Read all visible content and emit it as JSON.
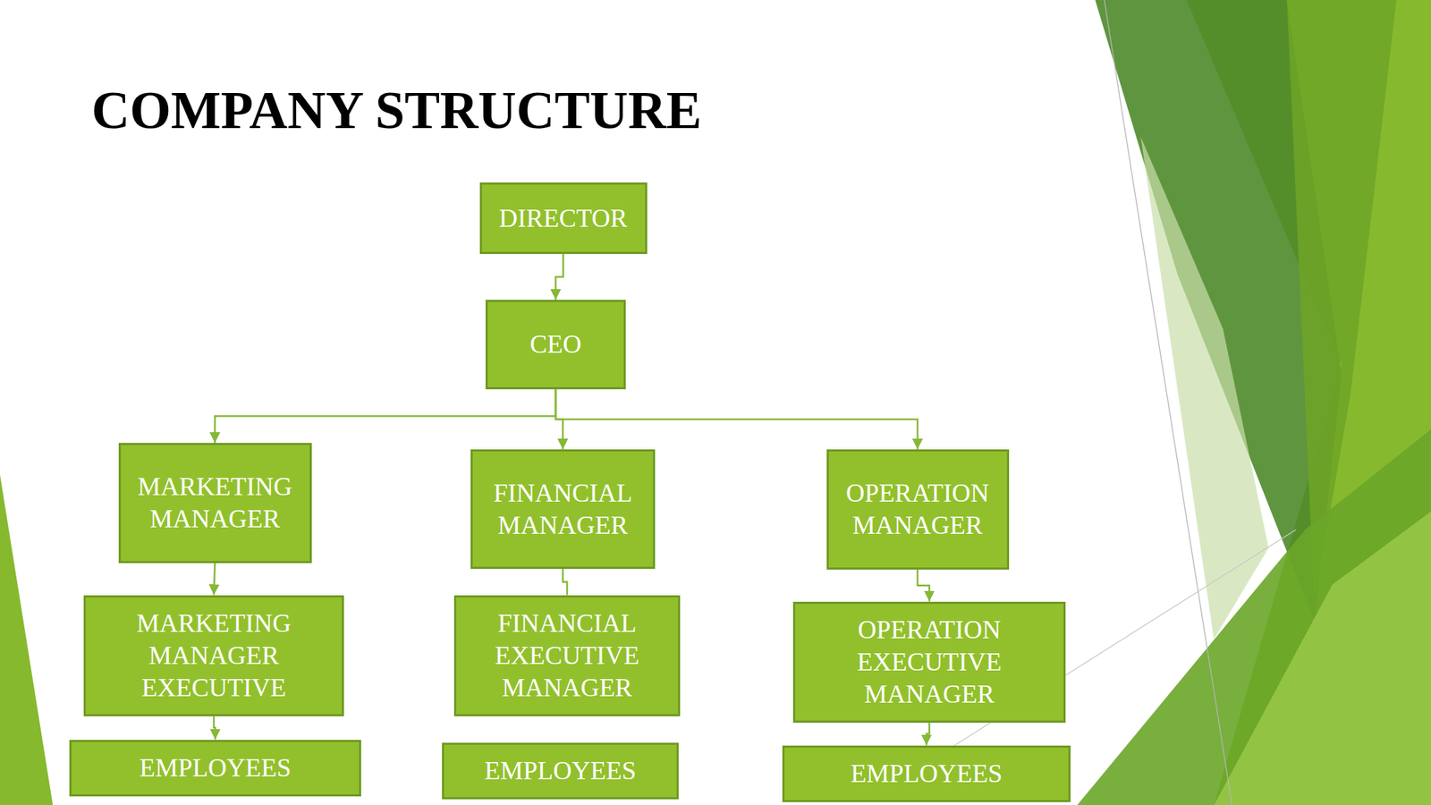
{
  "diagram": {
    "title": "COMPANY STRUCTURE",
    "nodes": [
      {
        "text": [
          "DIRECTOR"
        ]
      },
      {
        "text": [
          "CEO"
        ]
      },
      {
        "text": [
          "MARKETING MANAGER"
        ]
      },
      {
        "text": [
          "FINANCIAL MANAGER"
        ]
      },
      {
        "text": [
          "OPERATION MANAGER"
        ]
      },
      {
        "text": [
          "MARKETING MANAGER EXECUTIVE"
        ]
      },
      {
        "text": [
          "FINANCIAL EXECUTIVE MANAGER"
        ]
      },
      {
        "text": [
          "OPERATION EXECUTIVE MANAGER"
        ]
      },
      {
        "text": [
          "EMPLOYEES"
        ]
      },
      {
        "text": [
          "EMPLOYEES"
        ]
      },
      {
        "text": [
          "EMPLOYEES"
        ]
      }
    ],
    "edges": [
      {
        "from": 0,
        "to": 1,
        "arrow": "to"
      },
      {
        "from": 1,
        "to": 2,
        "arrow": "to"
      },
      {
        "from": 1,
        "to": 3,
        "arrow": "to"
      },
      {
        "from": 1,
        "to": 4,
        "arrow": "to"
      },
      {
        "from": 2,
        "to": 5,
        "arrow": "to"
      },
      {
        "from": 3,
        "to": 6,
        "arrow": "none"
      },
      {
        "from": 4,
        "to": 7,
        "arrow": "to"
      },
      {
        "from": 5,
        "to": 8,
        "arrow": "to"
      },
      {
        "from": 7,
        "to": 10,
        "arrow": "to"
      }
    ]
  }
}
